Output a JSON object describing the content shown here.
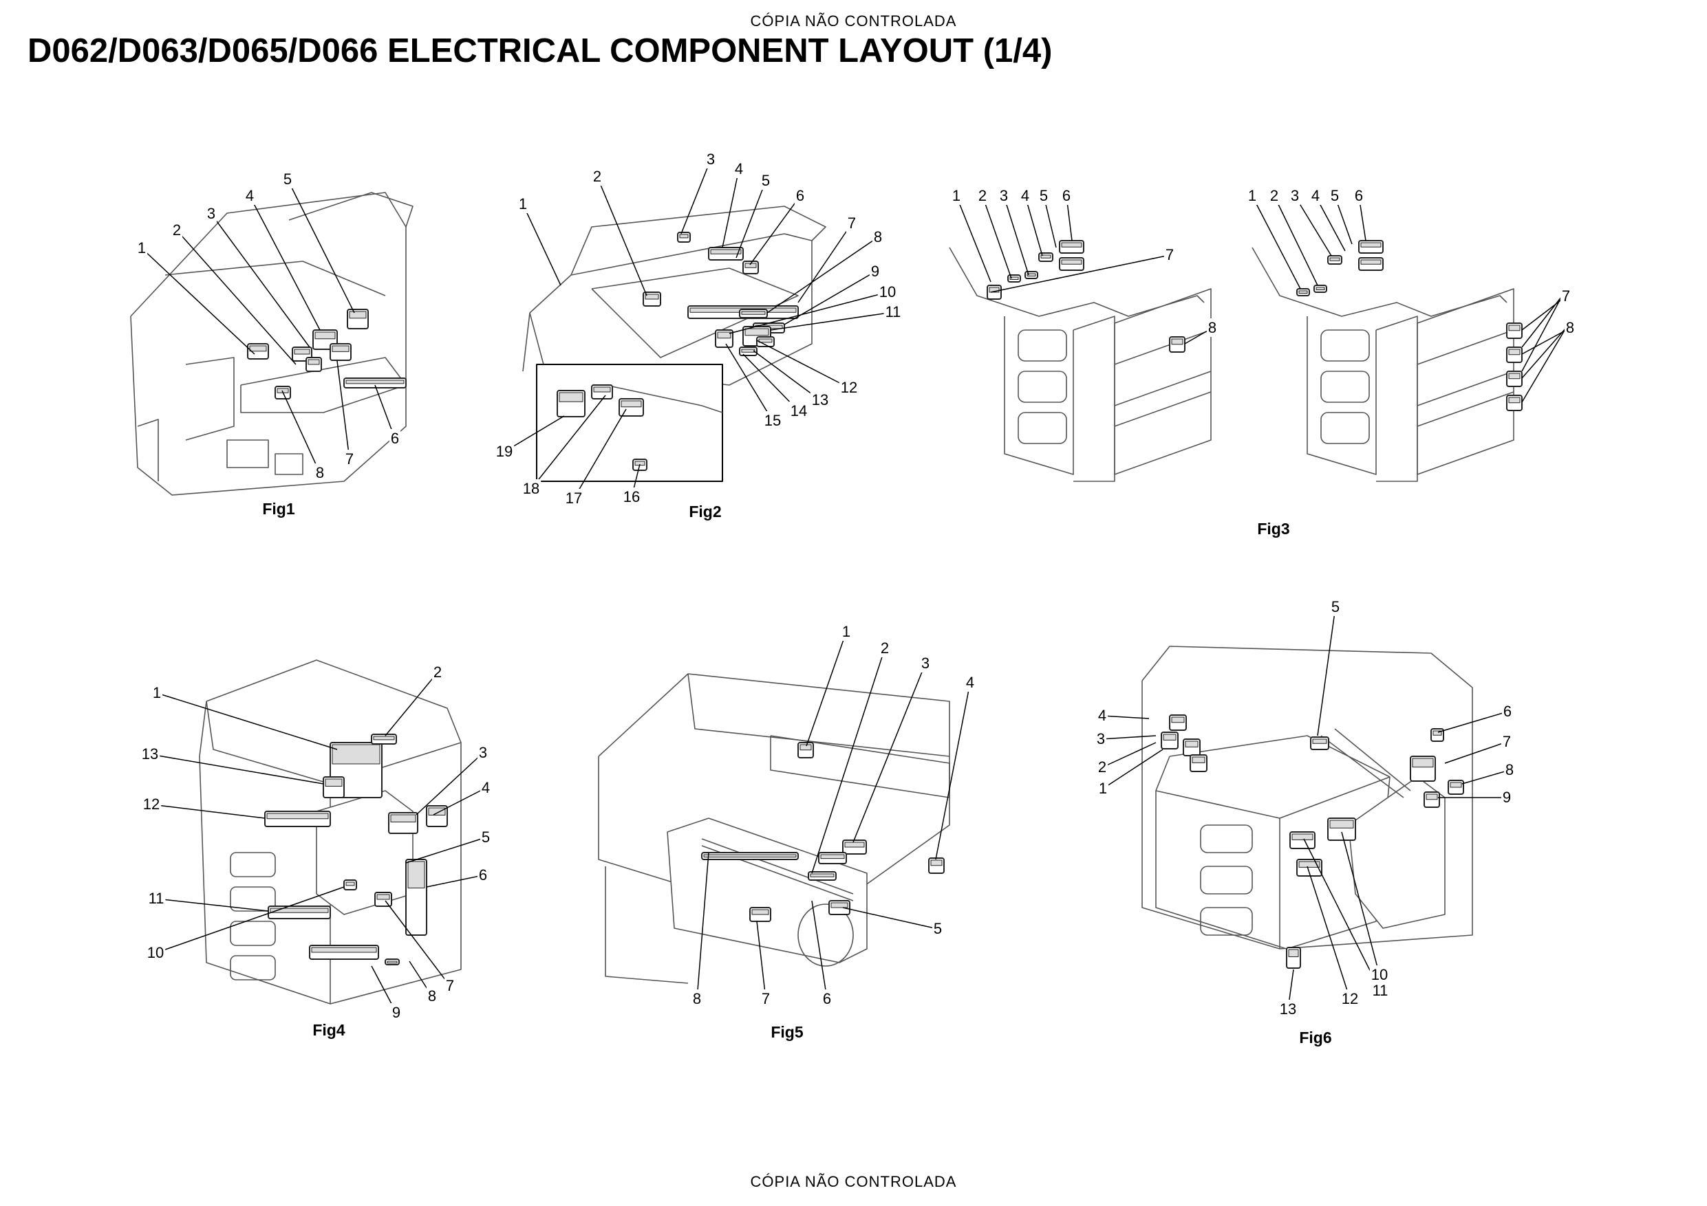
{
  "watermark_top": "CÓPIA NÃO CONTROLADA",
  "watermark_bottom": "CÓPIA NÃO CONTROLADA",
  "title": "D062/D063/D065/D066 ELECTRICAL COMPONENT LAYOUT (1/4)",
  "figures": [
    {
      "caption": "Fig1",
      "callouts": [
        "1",
        "2",
        "3",
        "4",
        "5",
        "6",
        "7",
        "8"
      ]
    },
    {
      "caption": "Fig2",
      "callouts": [
        "1",
        "2",
        "3",
        "4",
        "5",
        "6",
        "7",
        "8",
        "9",
        "10",
        "11",
        "12",
        "13",
        "14",
        "15",
        "16",
        "17",
        "18",
        "19"
      ]
    },
    {
      "caption": "Fig3",
      "callouts": [
        "1",
        "2",
        "3",
        "4",
        "5",
        "6",
        "7",
        "8",
        "1",
        "2",
        "3",
        "4",
        "5",
        "6",
        "7",
        "8"
      ]
    },
    {
      "caption": "Fig4",
      "callouts": [
        "1",
        "2",
        "3",
        "4",
        "5",
        "6",
        "7",
        "8",
        "9",
        "10",
        "11",
        "12",
        "13"
      ]
    },
    {
      "caption": "Fig5",
      "callouts": [
        "1",
        "2",
        "3",
        "4",
        "5",
        "6",
        "7",
        "8"
      ]
    },
    {
      "caption": "Fig6",
      "callouts": [
        "1",
        "2",
        "3",
        "4",
        "5",
        "6",
        "7",
        "8",
        "9",
        "10",
        "11",
        "12",
        "13"
      ]
    }
  ]
}
